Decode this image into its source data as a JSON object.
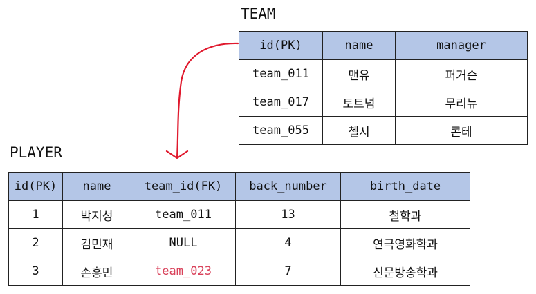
{
  "team": {
    "title": "TEAM",
    "headers": [
      "id(PK)",
      "name",
      "manager"
    ],
    "rows": [
      [
        "team_011",
        "맨유",
        "퍼거슨"
      ],
      [
        "team_017",
        "토트넘",
        "무리뉴"
      ],
      [
        "team_055",
        "첼시",
        "콘테"
      ]
    ]
  },
  "player": {
    "title": "PLAYER",
    "headers": [
      "id(PK)",
      "name",
      "team_id(FK)",
      "back_number",
      "birth_date"
    ],
    "rows": [
      [
        "1",
        "박지성",
        "team_011",
        "13",
        "철학과"
      ],
      [
        "2",
        "김민재",
        "NULL",
        "4",
        "연극영화학과"
      ],
      [
        "3",
        "손흥민",
        "team_023",
        "7",
        "신문방송학과"
      ]
    ]
  },
  "colors": {
    "header_fill": "#b4c6e7",
    "arrow": "#e0192d",
    "invalid_fk_text": "#d9415a"
  }
}
